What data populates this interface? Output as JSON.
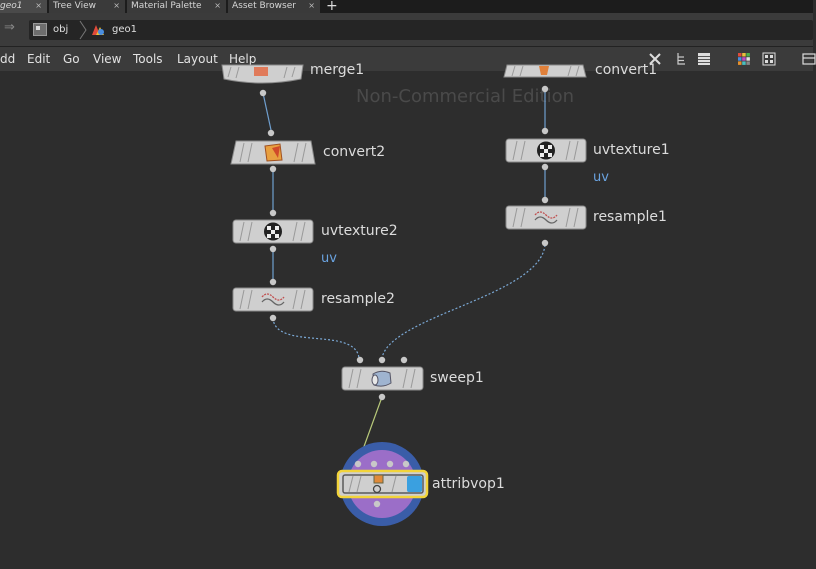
{
  "tabs": [
    {
      "label": "geo1",
      "active": true
    },
    {
      "label": "Tree View",
      "active": false
    },
    {
      "label": "Material Palette",
      "active": false
    },
    {
      "label": "Asset Browser",
      "active": false
    }
  ],
  "tab_close_glyph": "×",
  "add_tab_glyph": "+",
  "path": {
    "back_glyph": "⇒",
    "crumbs": [
      "obj",
      "geo1"
    ]
  },
  "menu": [
    "dd",
    "Edit",
    "Go",
    "View",
    "Tools",
    "Layout",
    "Help"
  ],
  "toolbar_icons": [
    "wrench-icon",
    "tree-icon",
    "list-icon",
    "color-grid-icon",
    "grid-icon",
    "layout-icon"
  ],
  "watermark": "Non-Commercial Edition",
  "nodes": {
    "merge1": {
      "label": "merge1"
    },
    "convert1": {
      "label": "convert1"
    },
    "convert2": {
      "label": "convert2"
    },
    "uvtexture1": {
      "label": "uvtexture1",
      "flag": "uv"
    },
    "uvtexture2": {
      "label": "uvtexture2",
      "flag": "uv"
    },
    "resample1": {
      "label": "resample1"
    },
    "resample2": {
      "label": "resample2"
    },
    "sweep1": {
      "label": "sweep1"
    },
    "attribvop1": {
      "label": "attribvop1",
      "selected": true
    }
  },
  "colors": {
    "background": "#2d2d2d",
    "wire_solid": "#6f9fcf",
    "wire_dotted": "#7ba9d6",
    "selected_outline": "#f2d43a",
    "display_flag": "#3aa0e0",
    "vop_ring_outer": "#3a5da8",
    "vop_ring_inner": "#9b6ec8"
  }
}
